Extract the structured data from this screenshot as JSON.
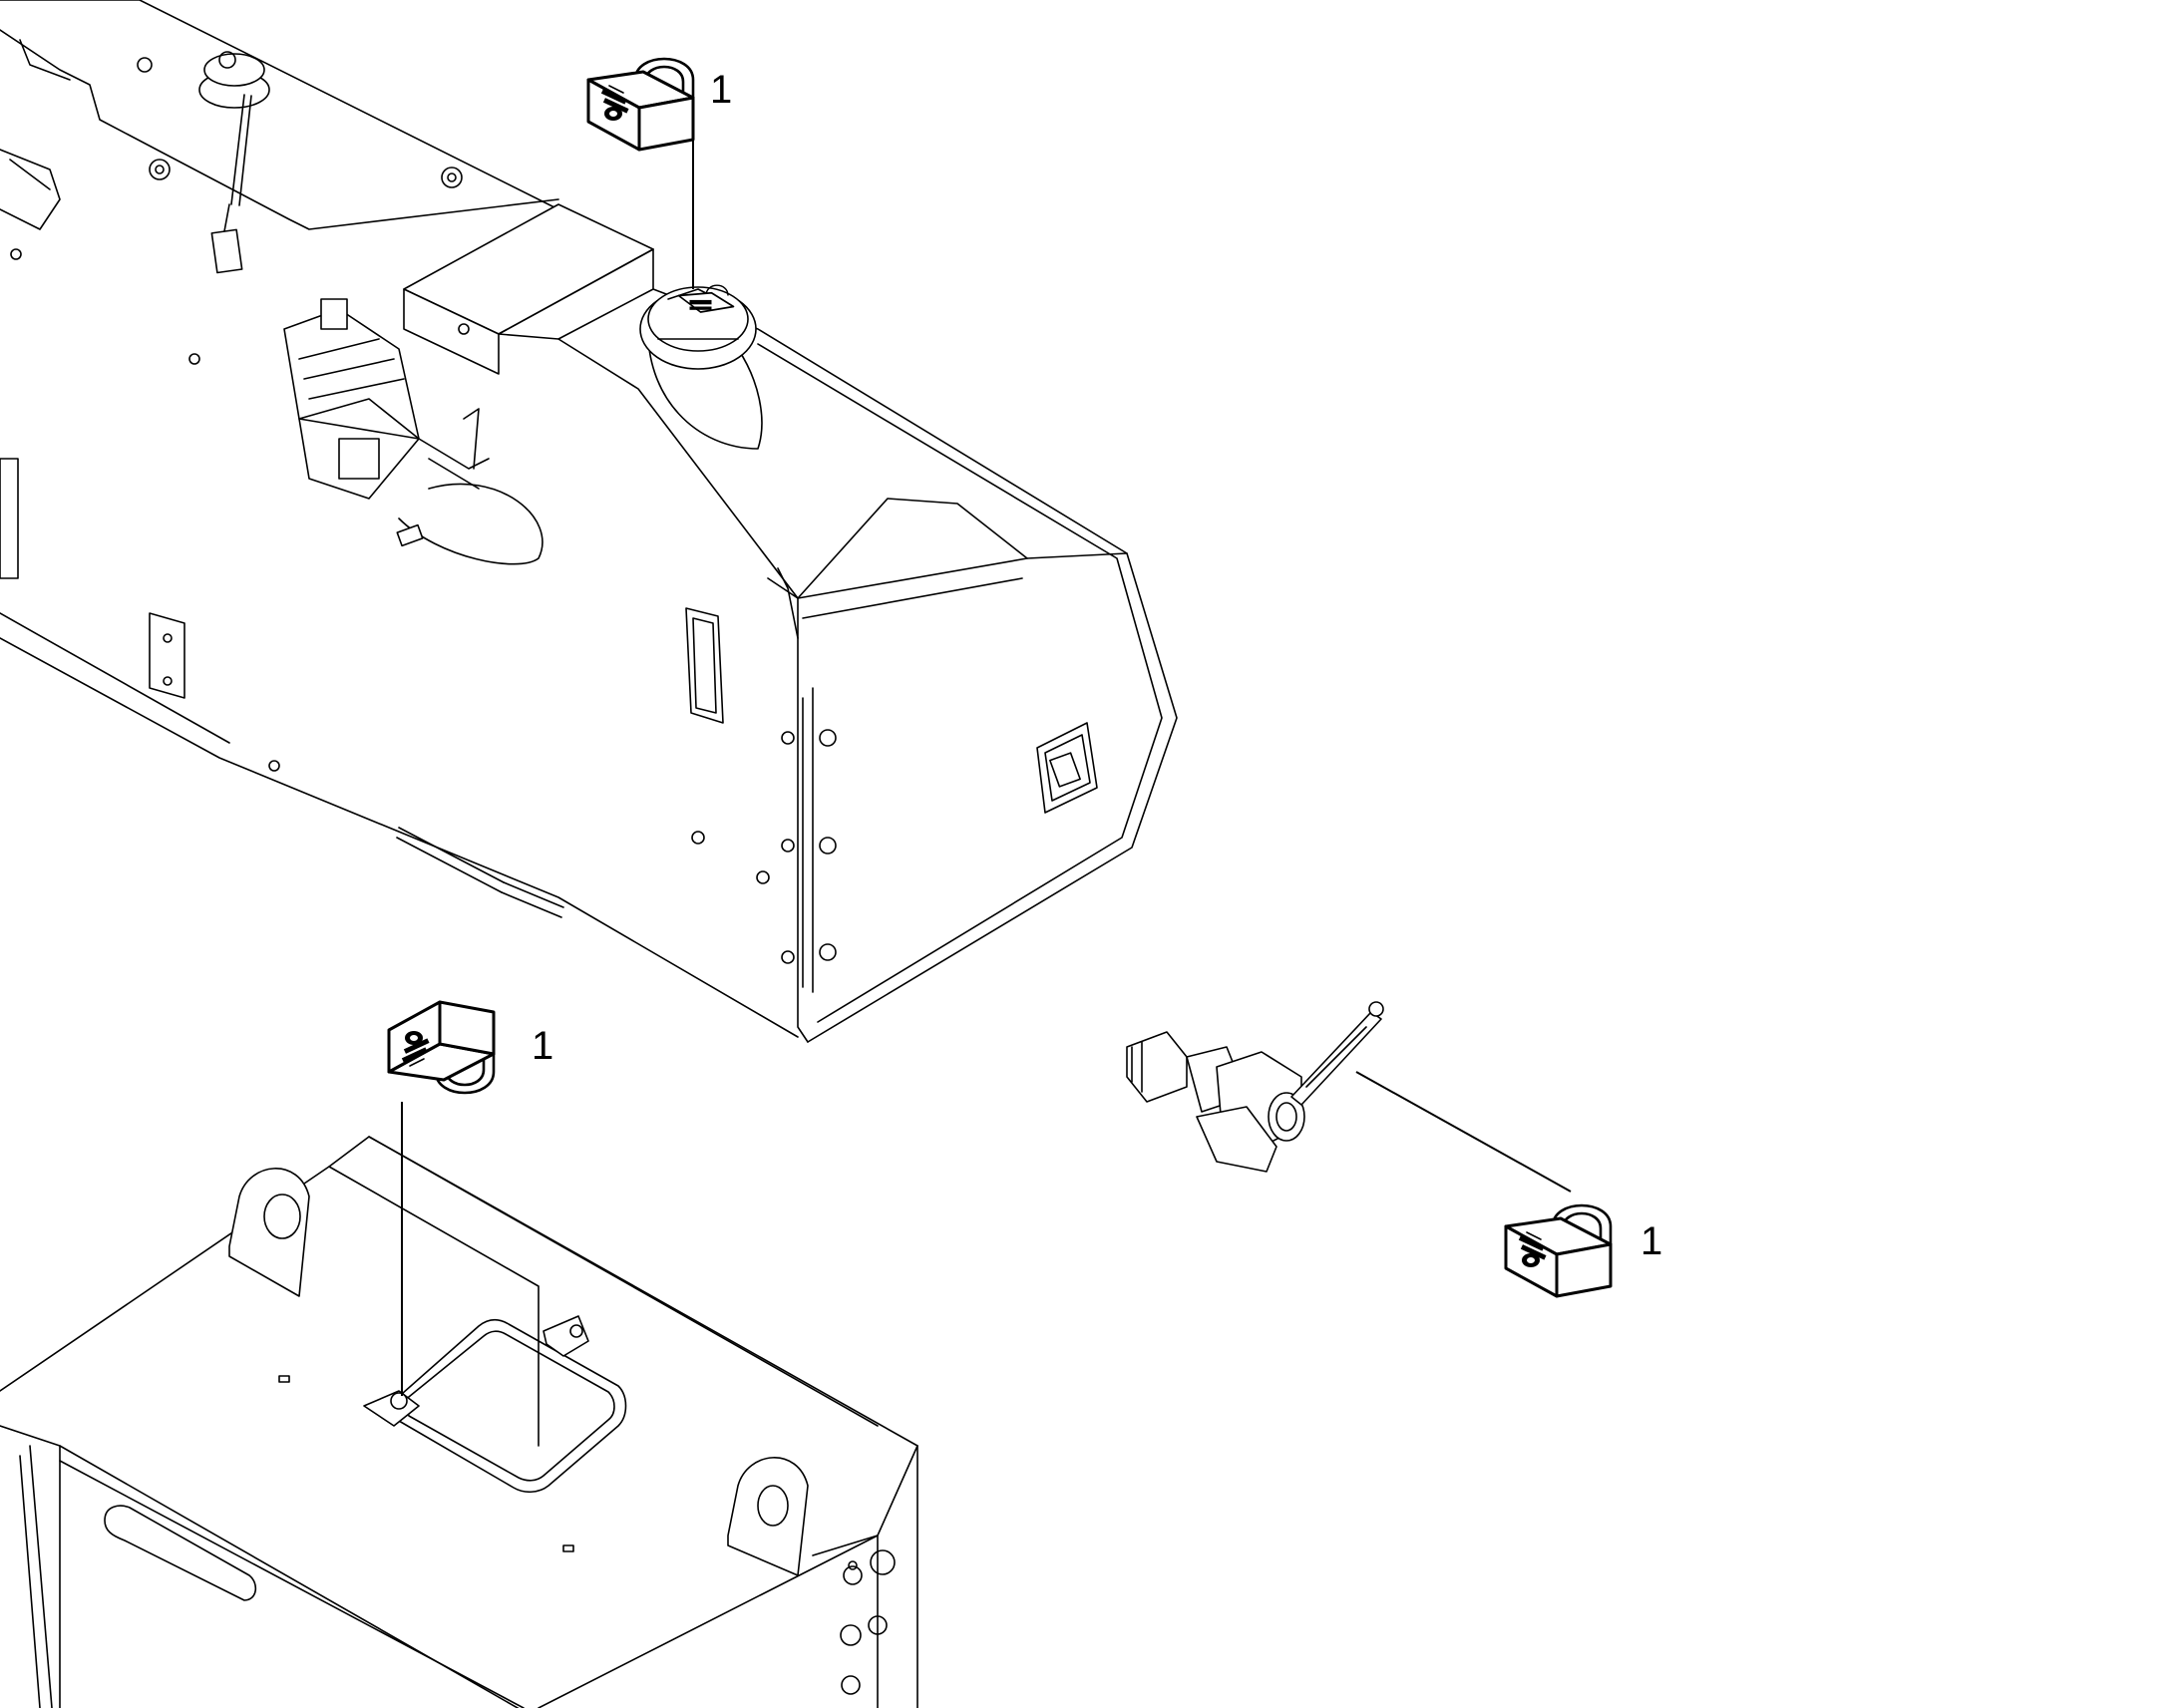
{
  "callouts": [
    {
      "id": "lock-fuel-cap",
      "label": "1"
    },
    {
      "id": "lock-hatch",
      "label": "1"
    },
    {
      "id": "lock-valve",
      "label": "1"
    }
  ],
  "icons": {
    "padlock": "padlock-icon",
    "fuel_cap": "fuel-cap-icon",
    "ball_valve": "ball-valve-icon"
  },
  "colors": {
    "line": "#000000",
    "background": "#ffffff"
  }
}
